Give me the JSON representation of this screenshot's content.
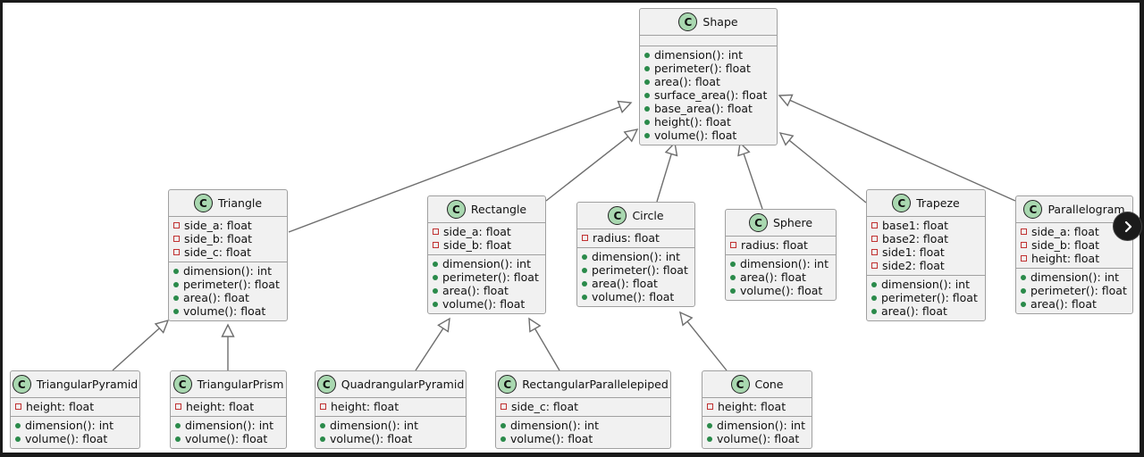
{
  "stereotype_letter": "C",
  "colors": {
    "class_fill": "#f1f1f1",
    "class_border": "#a0a0a0",
    "circle": "#a9d8b0",
    "public": "#2a8a4a",
    "private": "#c03030"
  },
  "classes": {
    "shape": {
      "name": "Shape",
      "fields": [],
      "methods": [
        "dimension(): int",
        "perimeter(): float",
        "area(): float",
        "surface_area(): float",
        "base_area(): float",
        "height(): float",
        "volume(): float"
      ]
    },
    "triangle": {
      "name": "Triangle",
      "fields": [
        "side_a: float",
        "side_b: float",
        "side_c: float"
      ],
      "methods": [
        "dimension(): int",
        "perimeter(): float",
        "area(): float",
        "volume(): float"
      ]
    },
    "rectangle": {
      "name": "Rectangle",
      "fields": [
        "side_a: float",
        "side_b: float"
      ],
      "methods": [
        "dimension(): int",
        "perimeter(): float",
        "area(): float",
        "volume(): float"
      ]
    },
    "circle": {
      "name": "Circle",
      "fields": [
        "radius: float"
      ],
      "methods": [
        "dimension(): int",
        "perimeter(): float",
        "area(): float",
        "volume(): float"
      ]
    },
    "sphere": {
      "name": "Sphere",
      "fields": [
        "radius: float"
      ],
      "methods": [
        "dimension(): int",
        "area(): float",
        "volume(): float"
      ]
    },
    "trapeze": {
      "name": "Trapeze",
      "fields": [
        "base1: float",
        "base2: float",
        "side1: float",
        "side2: float"
      ],
      "methods": [
        "dimension(): int",
        "perimeter(): float",
        "area(): float"
      ]
    },
    "parallelogram": {
      "name": "Parallelogram",
      "fields": [
        "side_a: float",
        "side_b: float",
        "height: float"
      ],
      "methods": [
        "dimension(): int",
        "perimeter(): float",
        "area(): float"
      ]
    },
    "triangular_pyramid": {
      "name": "TriangularPyramid",
      "fields": [
        "height: float"
      ],
      "methods": [
        "dimension(): int",
        "volume(): float"
      ]
    },
    "triangular_prism": {
      "name": "TriangularPrism",
      "fields": [
        "height: float"
      ],
      "methods": [
        "dimension(): int",
        "volume(): float"
      ]
    },
    "quadrangular_pyramid": {
      "name": "QuadrangularPyramid",
      "fields": [
        "height: float"
      ],
      "methods": [
        "dimension(): int",
        "volume(): float"
      ]
    },
    "rectangular_parallelepiped": {
      "name": "RectangularParallelepiped",
      "fields": [
        "side_c: float"
      ],
      "methods": [
        "dimension(): int",
        "volume(): float"
      ]
    },
    "cone": {
      "name": "Cone",
      "fields": [
        "height: float"
      ],
      "methods": [
        "dimension(): int",
        "volume(): float"
      ]
    }
  },
  "inheritance": [
    {
      "child": "Triangle",
      "parent": "Shape"
    },
    {
      "child": "Rectangle",
      "parent": "Shape"
    },
    {
      "child": "Circle",
      "parent": "Shape"
    },
    {
      "child": "Sphere",
      "parent": "Shape"
    },
    {
      "child": "Trapeze",
      "parent": "Shape"
    },
    {
      "child": "Parallelogram",
      "parent": "Shape"
    },
    {
      "child": "TriangularPyramid",
      "parent": "Triangle"
    },
    {
      "child": "TriangularPrism",
      "parent": "Triangle"
    },
    {
      "child": "QuadrangularPyramid",
      "parent": "Rectangle"
    },
    {
      "child": "RectangularParallelepiped",
      "parent": "Rectangle"
    },
    {
      "child": "Cone",
      "parent": "Circle"
    }
  ],
  "next_button_icon": "chevron-right-icon"
}
